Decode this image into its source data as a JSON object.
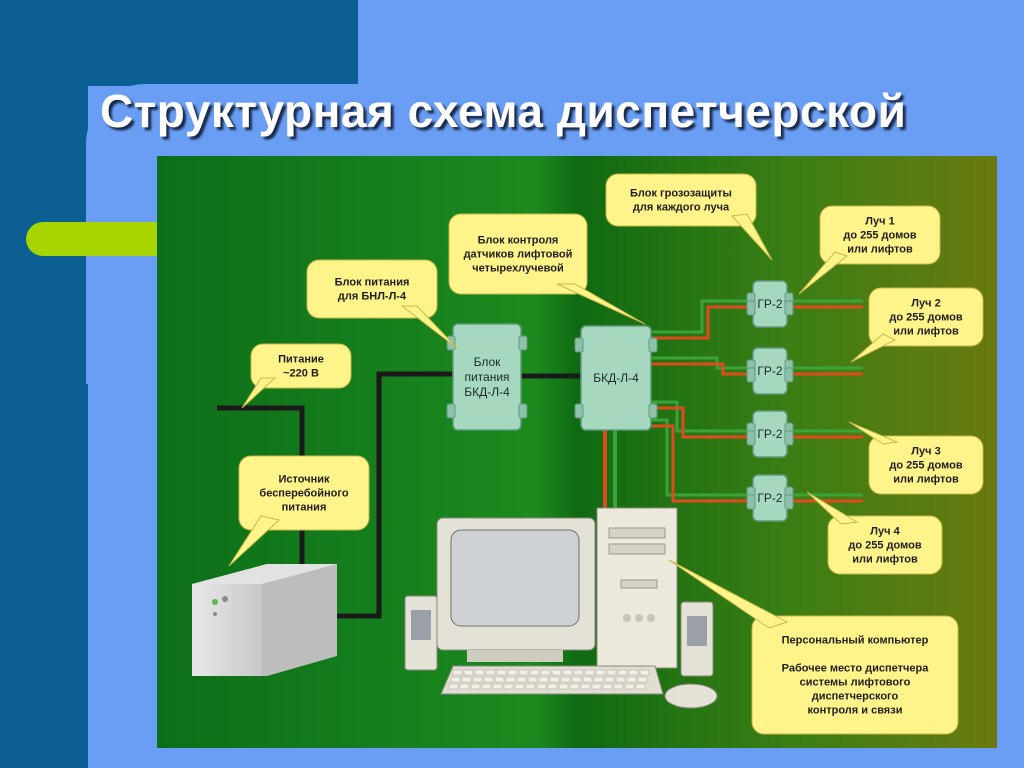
{
  "title": "Структурная схема диспетчерской",
  "callouts": {
    "bnl_power": [
      "Блок питания",
      "для БНЛ-Л-4"
    ],
    "bkd_control": [
      "Блок контроля",
      "датчиков лифтовой",
      "четырехлучевой"
    ],
    "lightning": [
      "Блок грозозащиты",
      "для каждого луча"
    ],
    "mains": [
      "Питание",
      "~220 В"
    ],
    "ups": [
      "Источник",
      "бесперебойного",
      "питания"
    ],
    "ray1": [
      "Луч 1",
      "до 255 домов",
      "или лифтов"
    ],
    "ray2": [
      "Луч 2",
      "до 255 домов",
      "или лифтов"
    ],
    "ray3": [
      "Луч 3",
      "до 255 домов",
      "или лифтов"
    ],
    "ray4": [
      "Луч 4",
      "до 255 домов",
      "или лифтов"
    ],
    "pc": [
      "Персональный компьютер",
      "",
      "Рабочее место диспетчера",
      "системы лифтового",
      "диспетчерского",
      "контроля и связи"
    ]
  },
  "blocks": {
    "power_unit": [
      "Блок",
      "питания",
      "БКД-Л-4"
    ],
    "bkd": "БКД-Л-4",
    "gr": [
      "ГР-2",
      "ГР-2",
      "ГР-2",
      "ГР-2"
    ]
  },
  "colors": {
    "callout_fill": "#fff48a",
    "block_fill": "#a6d8c0",
    "line_black": "#1a1a1a",
    "line_red": "#e04a1c",
    "line_green": "#3aa33a"
  }
}
